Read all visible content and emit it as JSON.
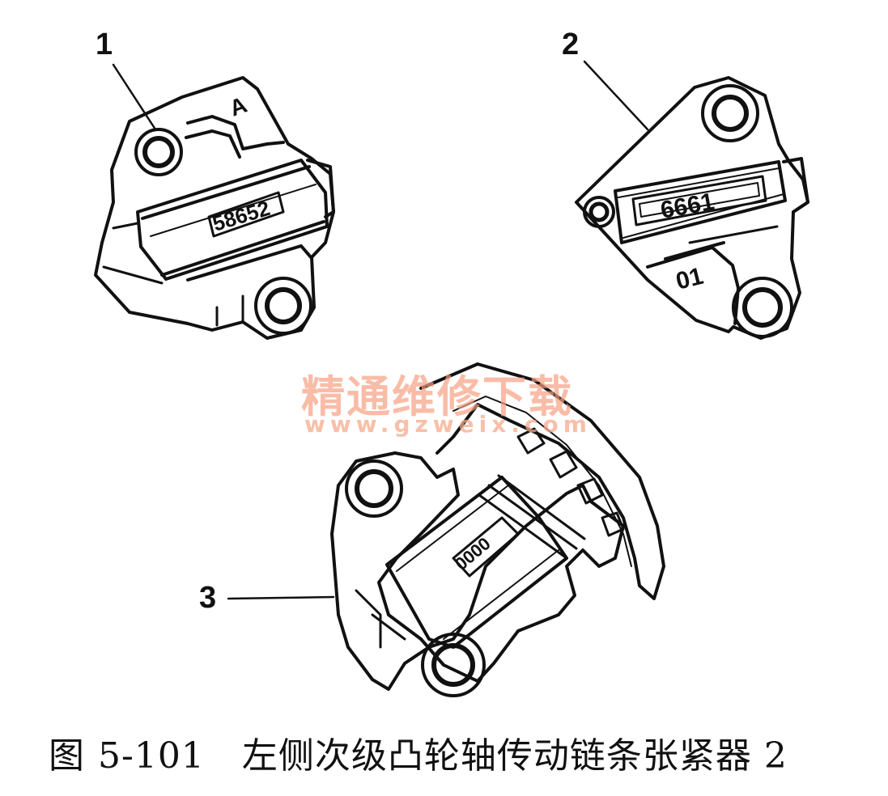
{
  "figure": {
    "callouts": [
      "1",
      "2",
      "3"
    ],
    "caption": {
      "label": "图",
      "number": "5-101",
      "title": "左侧次级凸轮轴传动链条张紧器 2"
    }
  },
  "parts": {
    "p1": {
      "stamp": "58652",
      "mark": "A"
    },
    "p2": {
      "stamp": "6661",
      "mark": "01"
    },
    "p3": {
      "stamp": "0000"
    }
  },
  "watermark": {
    "title": "精通维修下载",
    "url": "www.gzweix.com"
  }
}
